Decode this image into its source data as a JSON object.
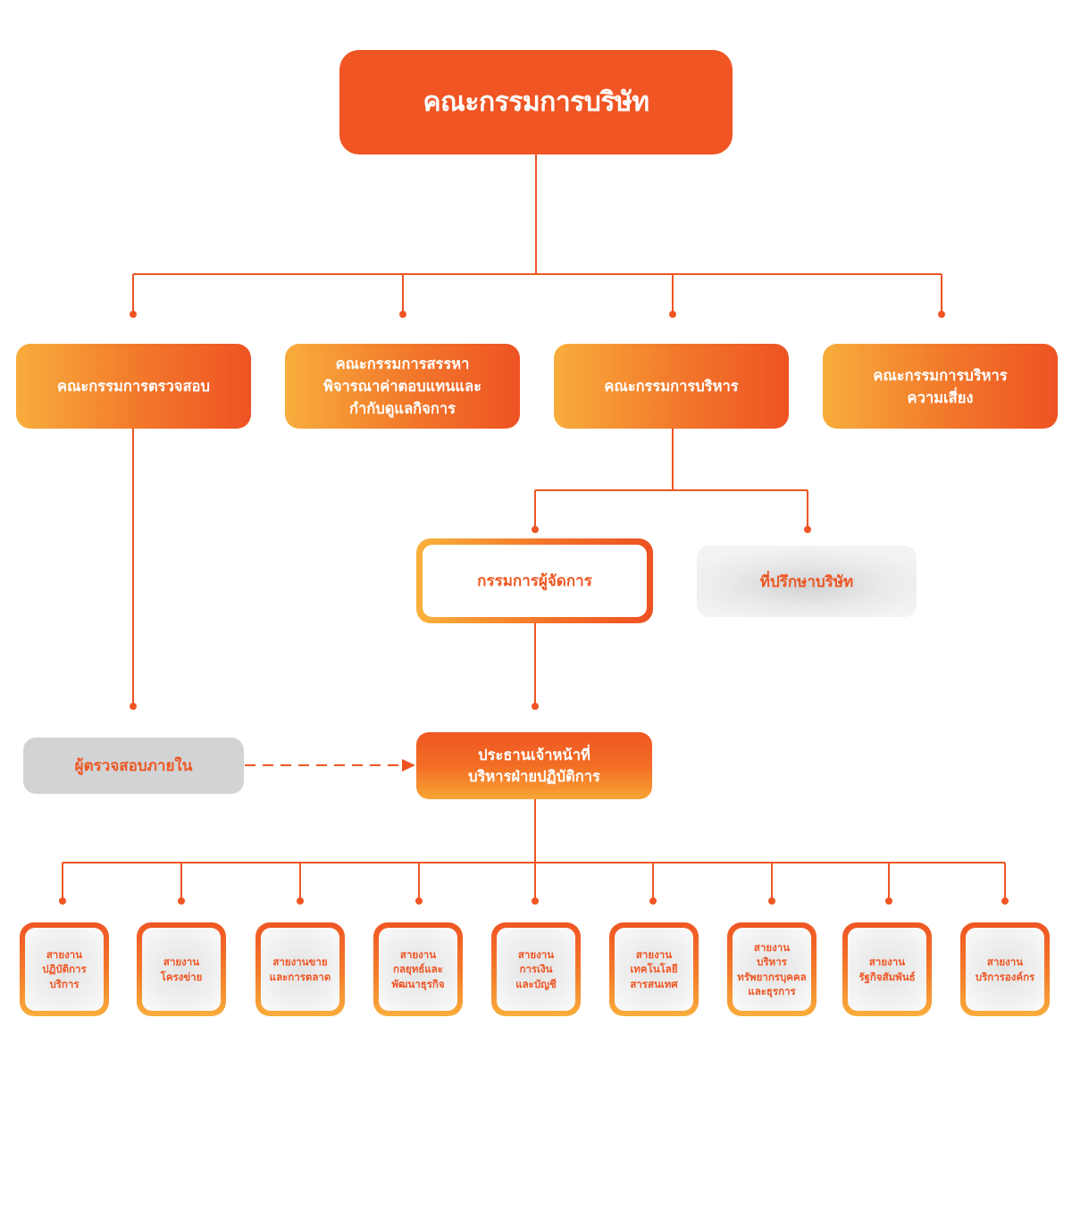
{
  "board": {
    "label": "คณะกรรมการบริษัท"
  },
  "committees": [
    {
      "label": "คณะกรรมการตรวจสอบ"
    },
    {
      "label": "คณะกรรมการสรรหา\nพิจารณาค่าตอบแทนและ\nกำกับดูแลกิจการ"
    },
    {
      "label": "คณะกรรมการบริหาร"
    },
    {
      "label": "คณะกรรมการบริหาร\nความเสี่ยง"
    }
  ],
  "managing_director": {
    "label": "กรรมการผู้จัดการ"
  },
  "advisor": {
    "label": "ที่ปรึกษาบริษัท"
  },
  "internal_auditor": {
    "label": "ผู้ตรวจสอบภายใน"
  },
  "ceo": {
    "label": "ประธานเจ้าหน้าที่\nบริหารฝ่ายปฏิบัติการ"
  },
  "departments": [
    {
      "label": "สายงาน\nปฏิบัติการ\nบริการ"
    },
    {
      "label": "สายงาน\nโครงข่าย"
    },
    {
      "label": "สายงานขาย\nและการตลาด"
    },
    {
      "label": "สายงาน\nกลยุทธ์และ\nพัฒนาธุรกิจ"
    },
    {
      "label": "สายงาน\nการเงิน\nและบัญชี"
    },
    {
      "label": "สายงาน\nเทคโนโลยี\nสารสนเทศ"
    },
    {
      "label": "สายงาน\nบริหาร\nทรัพยากรบุคคล\nและธุรการ"
    },
    {
      "label": "สายงาน\nรัฐกิจสัมพันธ์"
    },
    {
      "label": "สายงาน\nบริการองค์กร"
    }
  ],
  "colors": {
    "accent": "#ef5523",
    "accent_light": "#f9ad3c",
    "grey_box": "#d2d3d5"
  }
}
